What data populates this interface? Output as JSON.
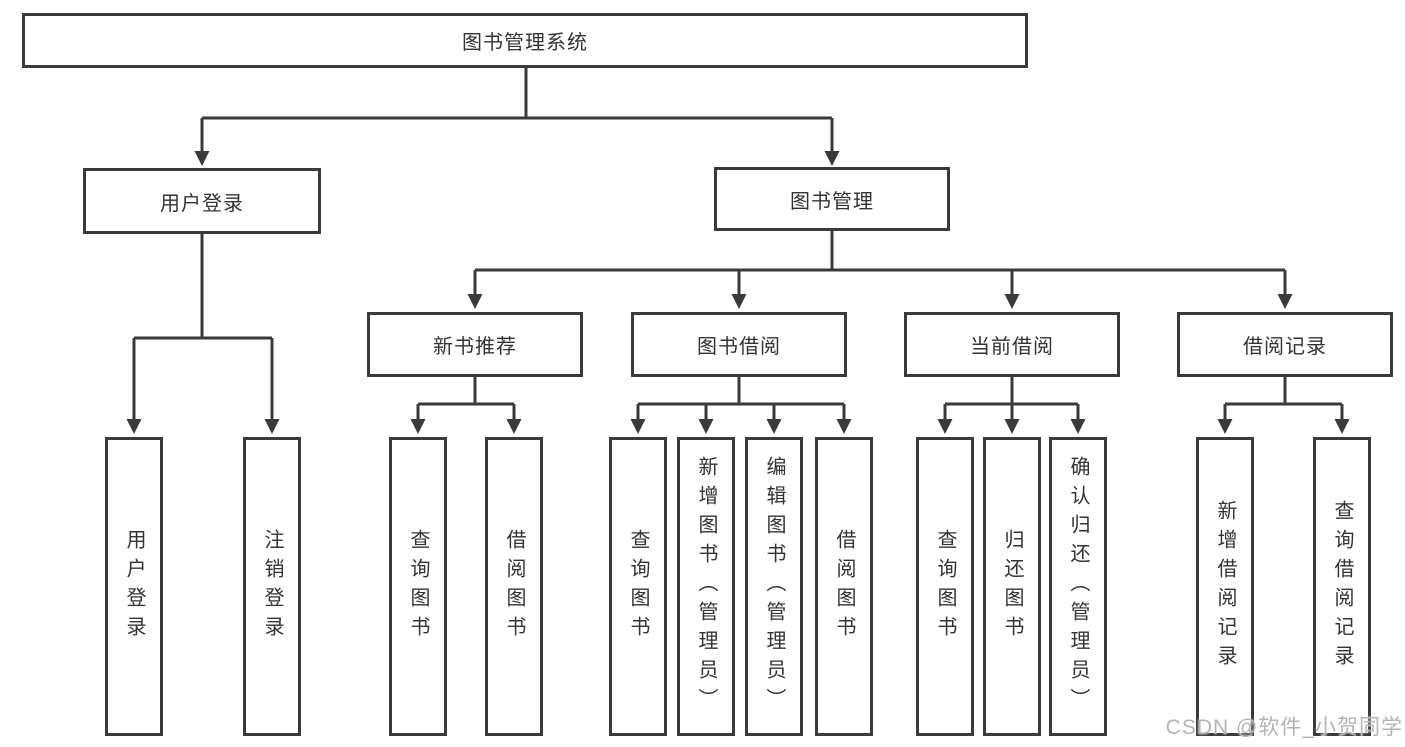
{
  "diagram": {
    "type": "hierarchy",
    "root": {
      "label": "图书管理系统"
    },
    "level2": [
      {
        "label": "用户登录"
      },
      {
        "label": "图书管理"
      }
    ],
    "level3": [
      {
        "label": "新书推荐",
        "parent": "图书管理"
      },
      {
        "label": "图书借阅",
        "parent": "图书管理"
      },
      {
        "label": "当前借阅",
        "parent": "图书管理"
      },
      {
        "label": "借阅记录",
        "parent": "图书管理"
      }
    ],
    "leaves": [
      {
        "label": "用户登录",
        "parent": "用户登录"
      },
      {
        "label": "注销登录",
        "parent": "用户登录"
      },
      {
        "label": "查询图书",
        "parent": "新书推荐"
      },
      {
        "label": "借阅图书",
        "parent": "新书推荐"
      },
      {
        "label": "查询图书",
        "parent": "图书借阅"
      },
      {
        "label": "新增图书（管理员）",
        "parent": "图书借阅"
      },
      {
        "label": "编辑图书（管理员）",
        "parent": "图书借阅"
      },
      {
        "label": "借阅图书",
        "parent": "图书借阅"
      },
      {
        "label": "查询图书",
        "parent": "当前借阅"
      },
      {
        "label": "归还图书",
        "parent": "当前借阅"
      },
      {
        "label": "确认归还（管理员）",
        "parent": "当前借阅"
      },
      {
        "label": "新增借阅记录",
        "parent": "借阅记录"
      },
      {
        "label": "查询借阅记录",
        "parent": "借阅记录"
      }
    ],
    "colors": {
      "line": "#3a3a3a",
      "text": "#333333",
      "background": "#ffffff",
      "watermark": "#b4b4b4"
    },
    "watermark": "CSDN @软件_小贺同学"
  }
}
